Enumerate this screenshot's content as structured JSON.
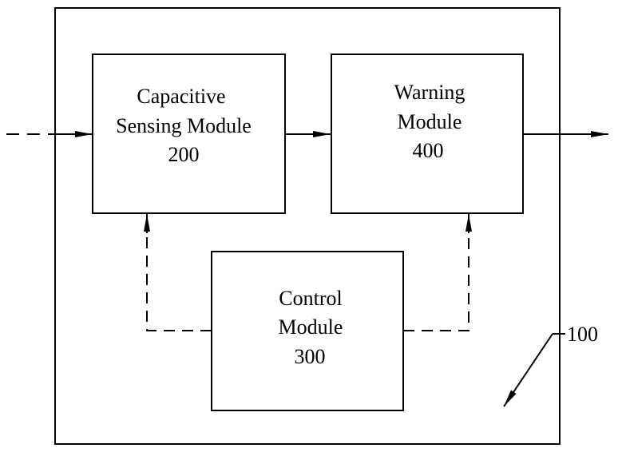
{
  "diagram": {
    "system_ref": "100",
    "modules": {
      "capacitive_sensing": {
        "line1": "Capacitive",
        "line2": "Sensing Module",
        "number": "200"
      },
      "warning": {
        "line1": "Warning",
        "line2": "Module",
        "number": "400"
      },
      "control": {
        "line1": "Control",
        "line2": "Module",
        "number": "300"
      }
    },
    "colors": {
      "stroke": "#000000",
      "background": "#ffffff"
    }
  }
}
